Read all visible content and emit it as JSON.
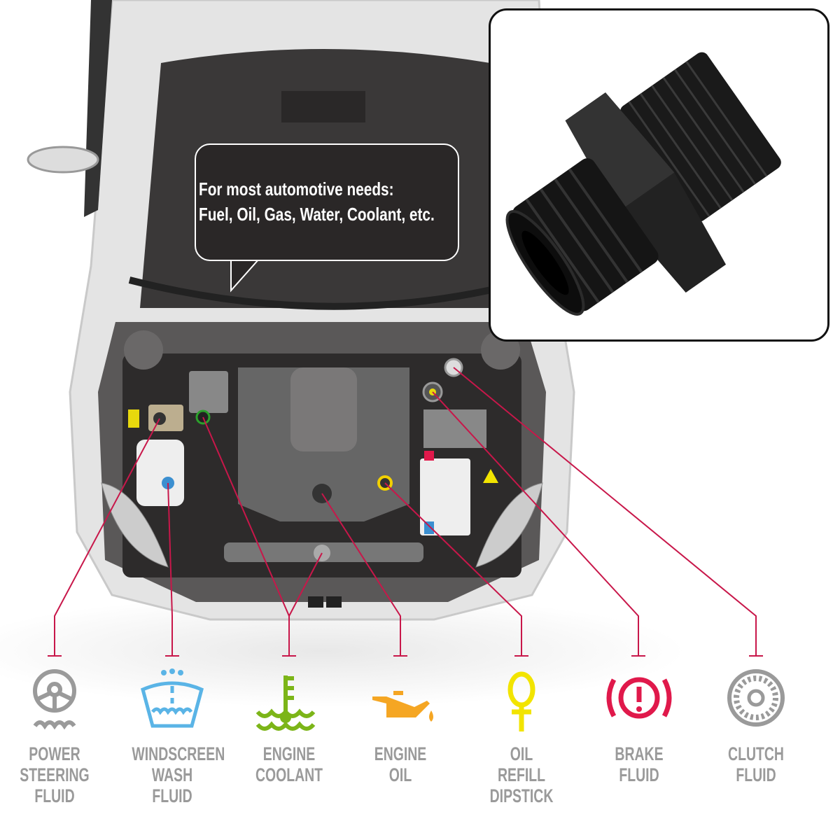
{
  "callout": {
    "line1": "For most automotive needs:",
    "line2": "Fuel, Oil, Gas, Water, Coolant, etc."
  },
  "accent_color": "#c8174a",
  "indicators": [
    {
      "icon": "power-steering-icon",
      "color": "#9a9a9a",
      "lines": [
        "POWER",
        "STEERING",
        "FLUID"
      ]
    },
    {
      "icon": "windscreen-wash-icon",
      "color": "#5ab4e6",
      "lines": [
        "WINDSCREEN",
        "WASH",
        "FLUID"
      ]
    },
    {
      "icon": "engine-coolant-icon",
      "color": "#7cb518",
      "lines": [
        "ENGINE",
        "COOLANT"
      ]
    },
    {
      "icon": "engine-oil-icon",
      "color": "#f5a623",
      "lines": [
        "ENGINE",
        "OIL"
      ]
    },
    {
      "icon": "oil-dipstick-icon",
      "color": "#f2e400",
      "lines": [
        "OIL",
        "REFILL",
        "DIPSTICK"
      ]
    },
    {
      "icon": "brake-fluid-icon",
      "color": "#e0194b",
      "lines": [
        "BRAKE",
        "FLUID"
      ]
    },
    {
      "icon": "clutch-fluid-icon",
      "color": "#9a9a9a",
      "lines": [
        "CLUTCH",
        "FLUID"
      ]
    }
  ]
}
